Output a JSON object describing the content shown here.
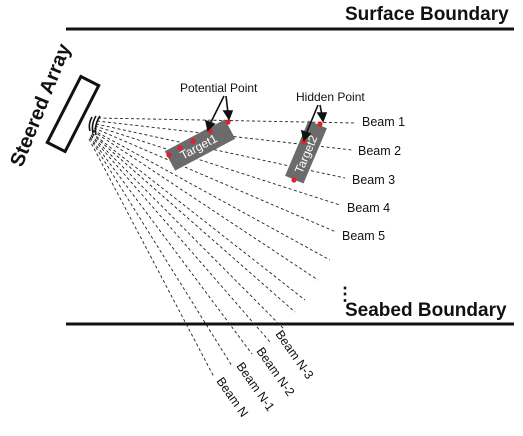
{
  "surface_label": "Surface Boundary",
  "seabed_label": "Seabed Boundary",
  "array_label": "Steered Array",
  "potential_label": "Potential Point",
  "hidden_label": "Hidden Point",
  "target1_label": "Target1",
  "target2_label": "Target2",
  "ellipsis": "⋮",
  "beams_upper": [
    "Beam 1",
    "Beam 2",
    "Beam 3",
    "Beam 4",
    "Beam 5"
  ],
  "beams_lower": [
    "Beam N-3",
    "Beam N-2",
    "Beam N-1",
    "Beam N"
  ],
  "colors": {
    "line": "#111111",
    "target_fill": "#6b6b6b",
    "point": "#e0202a"
  }
}
